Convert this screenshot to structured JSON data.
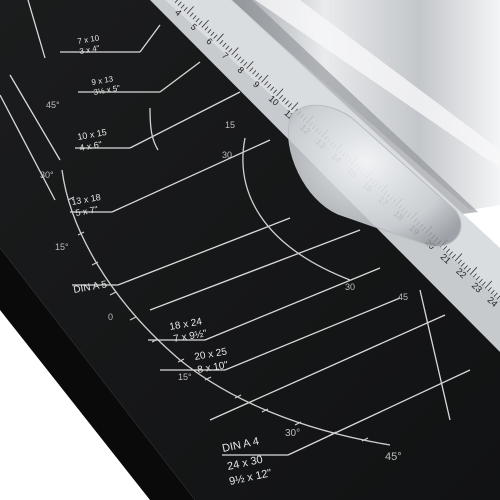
{
  "colors": {
    "board": "#151617",
    "board_edge": "#0a0a0b",
    "background": "#ffffff",
    "rail": "#c9ccd0",
    "ruler": "#d7dadd",
    "print": "#e6e6e6"
  },
  "format_labels": [
    {
      "id": "7x10",
      "top": "7 x 10",
      "bottom": "3 x 4\""
    },
    {
      "id": "9x13",
      "top": "9 x 13",
      "bottom": "3½ x 5\""
    },
    {
      "id": "10x15",
      "top": "10 x 15",
      "bottom": "4 x 6\""
    },
    {
      "id": "13x18",
      "top": "13 x 18",
      "bottom": "5 x 7\""
    },
    {
      "id": "dina5",
      "top": "DIN A 5",
      "bottom": ""
    },
    {
      "id": "18x24",
      "top": "18 x 24",
      "bottom": "7 x 9½\""
    },
    {
      "id": "20x25",
      "top": "20 x 25",
      "bottom": "8 x 10\""
    },
    {
      "id": "dina4",
      "top": "DIN A 4",
      "bottom": ""
    },
    {
      "id": "24x30",
      "top": "24 x 30",
      "bottom": "9½ x 12\""
    }
  ],
  "angle_labels": {
    "a45_top": "45°",
    "a30_left": "30°",
    "a15_left": "15°",
    "a0_left": "0",
    "a15_low": "15°",
    "a30_low": "30°",
    "a45_low": "45°",
    "a30_inner": "30",
    "a45_inner": "45",
    "a15_inner": "15",
    "a30_right": "30"
  },
  "ruler_numbers": [
    "4",
    "5",
    "6",
    "7",
    "8",
    "9",
    "10",
    "11",
    "12",
    "13",
    "14",
    "15",
    "16",
    "17",
    "18",
    "19",
    "20",
    "21",
    "22",
    "23",
    "24"
  ]
}
